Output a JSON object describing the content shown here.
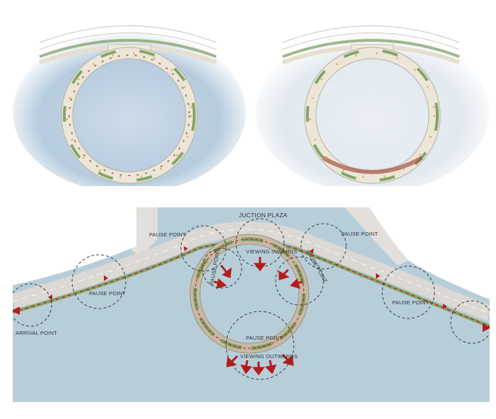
{
  "colors": {
    "water": "#b7ced9",
    "wash": "#a9c2d8",
    "road": "#e2dfdc",
    "path": "#d8cfb9",
    "green": "#6f9a55",
    "arrow": "#b51c1c",
    "dash": "#3a3a3a"
  },
  "labels": {
    "junction": "JUCTION PLAZA",
    "pause_top_left": "PAUSE POINT",
    "pause_top_right": "PAUSE POINT",
    "pause_left": "PAUSE POINT",
    "pause_right": "PAUSE POINT",
    "pause_bottom": "PAUSE POINT",
    "pause_ring_left": "PAUSE POINT",
    "pause_ring_right": "PAUSE POINT",
    "viewing_inwards": "VIEWING INWARDS",
    "viewing_outwards": "VIEWING OUTWARDS",
    "arrival": "ARRIVAL POINT"
  }
}
